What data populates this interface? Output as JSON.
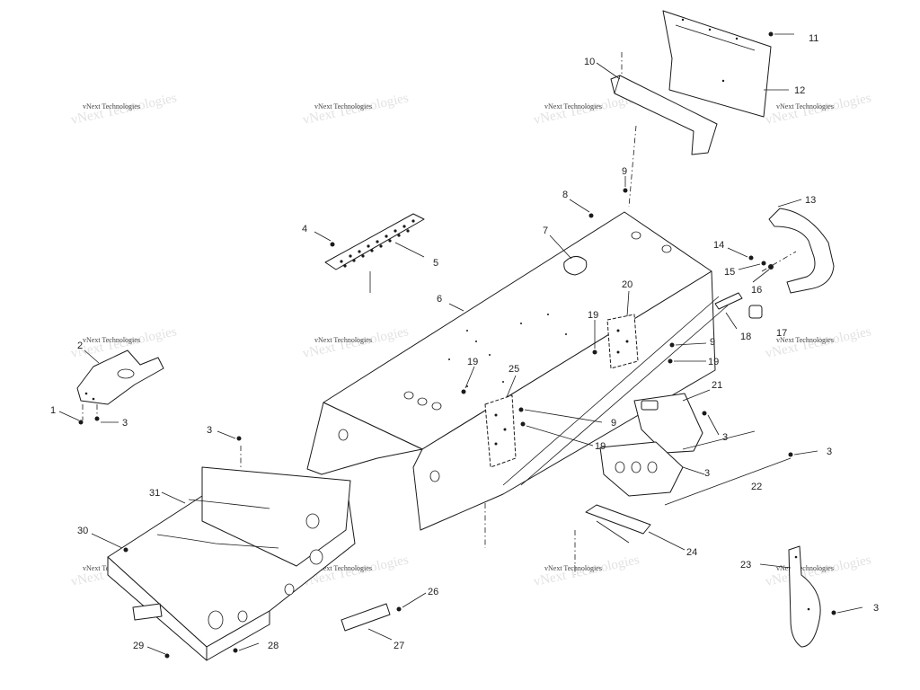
{
  "watermark": "vNext Technologies",
  "callouts": [
    {
      "id": "c11",
      "label": "11"
    },
    {
      "id": "c10",
      "label": "10"
    },
    {
      "id": "c12",
      "label": "12"
    },
    {
      "id": "c9a",
      "label": "9"
    },
    {
      "id": "c8",
      "label": "8"
    },
    {
      "id": "c13",
      "label": "13"
    },
    {
      "id": "c4",
      "label": "4"
    },
    {
      "id": "c7",
      "label": "7"
    },
    {
      "id": "c5",
      "label": "5"
    },
    {
      "id": "c14",
      "label": "14"
    },
    {
      "id": "c15",
      "label": "15"
    },
    {
      "id": "c16",
      "label": "16"
    },
    {
      "id": "c6",
      "label": "6"
    },
    {
      "id": "c20",
      "label": "20"
    },
    {
      "id": "c18",
      "label": "18"
    },
    {
      "id": "c17",
      "label": "17"
    },
    {
      "id": "c2",
      "label": "2"
    },
    {
      "id": "c19a",
      "label": "19"
    },
    {
      "id": "c9b",
      "label": "9"
    },
    {
      "id": "c19b",
      "label": "19"
    },
    {
      "id": "c19c",
      "label": "19"
    },
    {
      "id": "c25",
      "label": "25"
    },
    {
      "id": "c21",
      "label": "21"
    },
    {
      "id": "c1",
      "label": "1"
    },
    {
      "id": "c3a",
      "label": "3"
    },
    {
      "id": "c9c",
      "label": "9"
    },
    {
      "id": "c3b",
      "label": "3"
    },
    {
      "id": "c19d",
      "label": "19"
    },
    {
      "id": "c3c",
      "label": "3"
    },
    {
      "id": "c3d",
      "label": "3"
    },
    {
      "id": "c31",
      "label": "31"
    },
    {
      "id": "c3e",
      "label": "3"
    },
    {
      "id": "c22",
      "label": "22"
    },
    {
      "id": "c30",
      "label": "30"
    },
    {
      "id": "c24",
      "label": "24"
    },
    {
      "id": "c23",
      "label": "23"
    },
    {
      "id": "c26",
      "label": "26"
    },
    {
      "id": "c3f",
      "label": "3"
    },
    {
      "id": "c29",
      "label": "29"
    },
    {
      "id": "c28",
      "label": "28"
    },
    {
      "id": "c27",
      "label": "27"
    }
  ]
}
